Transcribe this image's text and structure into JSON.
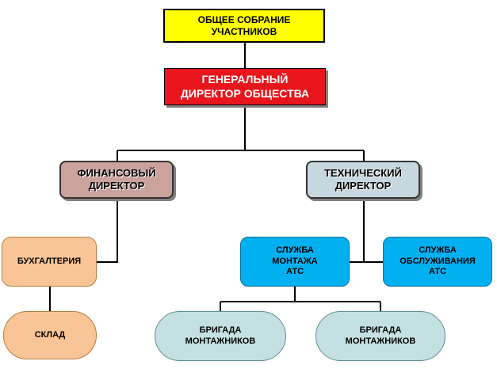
{
  "org_chart": {
    "assembly": {
      "line1": "ОБЩЕЕ СОБРАНИЕ",
      "line2": "УЧАСТНИКОВ"
    },
    "general_director": {
      "line1": "ГЕНЕРАЛЬНЫЙ",
      "line2": "ДИРЕКТОР ОБЩЕСТВА"
    },
    "financial_director": {
      "line1": "ФИНАНСОВЫЙ",
      "line2": "ДИРЕКТОР"
    },
    "technical_director": {
      "line1": "ТЕХНИЧЕСКИЙ",
      "line2": "ДИРЕКТОР"
    },
    "accounting": {
      "line1": "БУХГАЛТЕРИЯ"
    },
    "warehouse": {
      "line1": "СКЛАД"
    },
    "installation_service": {
      "line1": "СЛУЖБА",
      "line2": "МОНТАЖА",
      "line3": "АТС"
    },
    "maintenance_service": {
      "line1": "СЛУЖБА",
      "line2": "ОБСЛУЖИВАНИЯ",
      "line3": "АТС"
    },
    "brigade_1": {
      "line1": "БРИГАДА",
      "line2": "МОНТАЖНИКОВ"
    },
    "brigade_2": {
      "line1": "БРИГАДА",
      "line2": "МОНТАЖНИКОВ"
    }
  },
  "colors": {
    "assembly": "#ffff00",
    "general_director": "#e8161c",
    "financial_director": "#c9a39c",
    "technical_director": "#c7d7df",
    "accounting_warehouse": "#f9c596",
    "services": "#00b0f0",
    "brigades": "#c4e0e2",
    "connector": "#000000"
  }
}
